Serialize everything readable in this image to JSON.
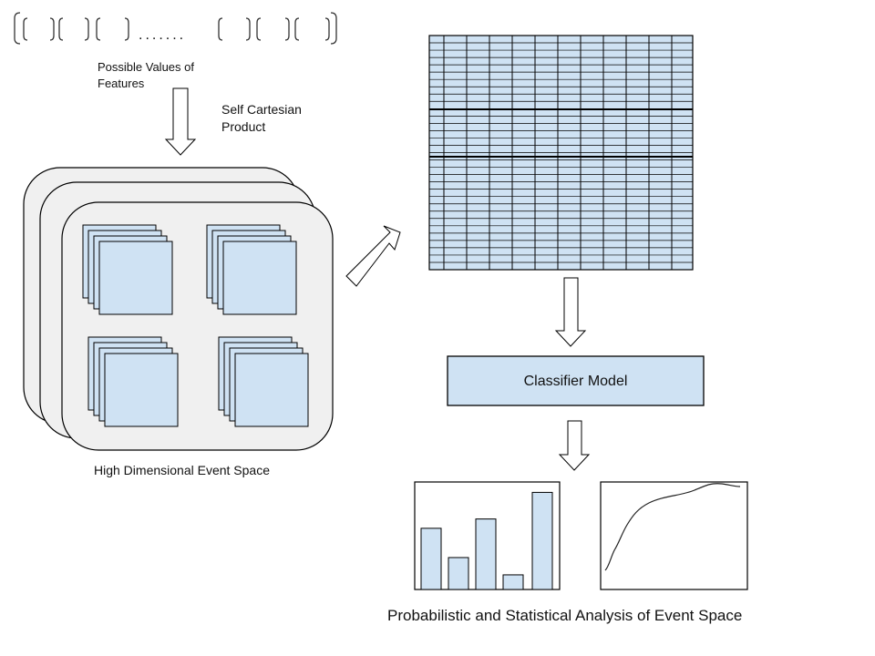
{
  "feature_values_label": "Possible Values of\nFeatures",
  "cartesian_label": "Self Cartesian\nProduct",
  "event_space_label": "High Dimensional Event Space",
  "classifier_label": "Classifier Model",
  "analysis_label": "Probabilistic and Statistical Analysis of Event Space",
  "ellipsis": ".......",
  "colors": {
    "fill": "#cfe2f3",
    "panel": "#f0f0f0",
    "stroke": "#000000"
  },
  "bar_values": [
    0.46,
    0.24,
    0.53,
    0.11,
    0.73
  ]
}
